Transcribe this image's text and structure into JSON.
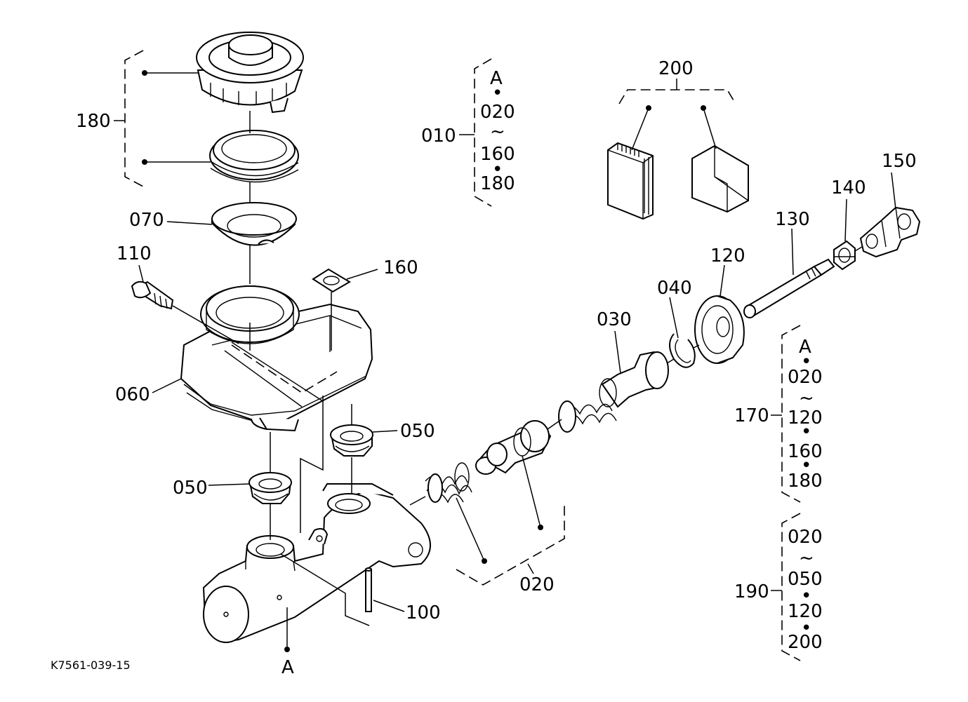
{
  "diagram": {
    "drawing_code": "K7561-039-15",
    "callouts": {
      "c010": "010",
      "c020": "020",
      "c030": "030",
      "c040": "040",
      "c050a": "050",
      "c050b": "050",
      "c060": "060",
      "c070": "070",
      "c100": "100",
      "c110": "110",
      "c120": "120",
      "c130": "130",
      "c140": "140",
      "c150": "150",
      "c160": "160",
      "c170": "170",
      "c180": "180",
      "c190": "190",
      "c200": "200",
      "cA": "A"
    },
    "group_010": [
      "A",
      "•",
      "020",
      "~",
      "160",
      "•",
      "180"
    ],
    "group_170": [
      "A",
      "•",
      "020",
      "~",
      "120",
      "•",
      "160",
      "•",
      "180"
    ],
    "group_190": [
      "020",
      "~",
      "050",
      "•",
      "120",
      "•",
      "200"
    ]
  }
}
